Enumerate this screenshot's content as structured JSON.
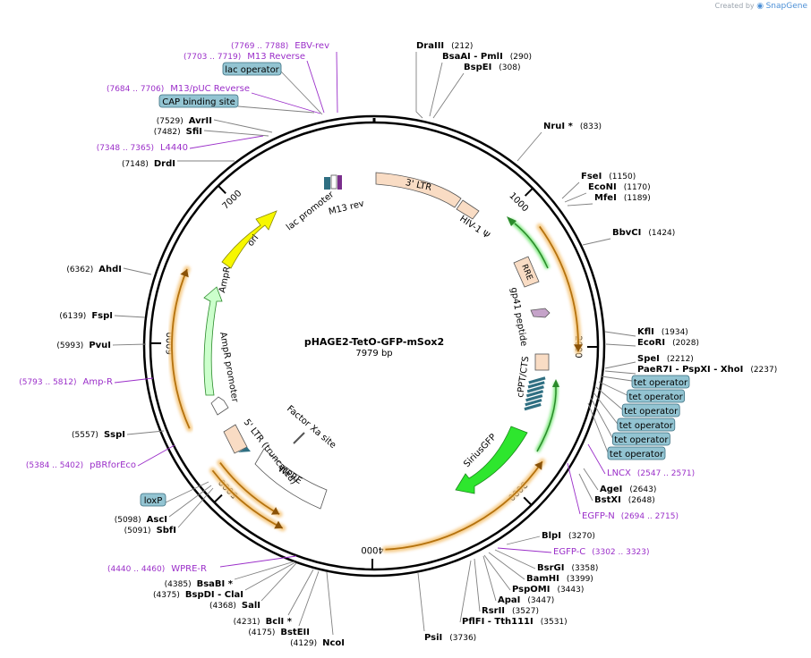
{
  "header": {
    "created_by": "Created by",
    "brand": "SnapGene"
  },
  "plasmid": {
    "name": "pHAGE2-TetO-GFP-mSox2",
    "length_label": "7979 bp",
    "length": 7979
  },
  "ticks": [
    "1000",
    "2000",
    "3000",
    "4000",
    "5000",
    "6000",
    "7000"
  ],
  "enzymes": [
    {
      "name": "DraIII",
      "pos": "(212)"
    },
    {
      "name": "BsaAI   - PmlI",
      "pos": "(290)"
    },
    {
      "name": "BspEI",
      "pos": "(308)"
    },
    {
      "name": "NruI *",
      "pos": "(833)"
    },
    {
      "name": "FseI",
      "pos": "(1150)"
    },
    {
      "name": "EcoNI",
      "pos": "(1170)"
    },
    {
      "name": "MfeI",
      "pos": "(1189)"
    },
    {
      "name": "BbvCI",
      "pos": "(1424)"
    },
    {
      "name": "KflI",
      "pos": "(1934)"
    },
    {
      "name": "EcoRI",
      "pos": "(2028)"
    },
    {
      "name": "SpeI",
      "pos": "(2212)"
    },
    {
      "name": "PaeR7I   - PspXI   - XhoI",
      "pos": "(2237)"
    },
    {
      "name": "AgeI",
      "pos": "(2643)"
    },
    {
      "name": "BstXI",
      "pos": "(2648)"
    },
    {
      "name": "BlpI",
      "pos": "(3270)"
    },
    {
      "name": "BsrGI",
      "pos": "(3358)"
    },
    {
      "name": "BamHI",
      "pos": "(3399)"
    },
    {
      "name": "PspOMI",
      "pos": "(3443)"
    },
    {
      "name": "ApaI",
      "pos": "(3447)"
    },
    {
      "name": "RsrII",
      "pos": "(3527)"
    },
    {
      "name": "PflFI   - Tth111I",
      "pos": "(3531)"
    },
    {
      "name": "PsiI",
      "pos": "(3736)"
    },
    {
      "name": "NcoI",
      "pos": "(4129)"
    },
    {
      "name": "BstEII",
      "pos": "(4175)"
    },
    {
      "name": "BclI *",
      "pos": "(4231)"
    },
    {
      "name": "SalI",
      "pos": "(4368)"
    },
    {
      "name": "BspDI   - ClaI",
      "pos": "(4375)"
    },
    {
      "name": "BsaBI *",
      "pos": "(4385)"
    },
    {
      "name": "SbfI",
      "pos": "(5091)"
    },
    {
      "name": "AscI",
      "pos": "(5098)"
    },
    {
      "name": "SspI",
      "pos": "(5557)"
    },
    {
      "name": "PvuI",
      "pos": "(5993)"
    },
    {
      "name": "FspI",
      "pos": "(6139)"
    },
    {
      "name": "AhdI",
      "pos": "(6362)"
    },
    {
      "name": "DrdI",
      "pos": "(7148)"
    },
    {
      "name": "SfiI",
      "pos": "(7482)"
    },
    {
      "name": "AvrII",
      "pos": "(7529)"
    }
  ],
  "primers": [
    {
      "name": "EBV-rev",
      "range": "(7769 .. 7788)"
    },
    {
      "name": "M13 Reverse",
      "range": "(7703 .. 7719)"
    },
    {
      "name": "M13/pUC Reverse",
      "range": "(7684 .. 7706)"
    },
    {
      "name": "L4440",
      "range": "(7348 .. 7365)"
    },
    {
      "name": "Amp-R",
      "range": "(5793 .. 5812)"
    },
    {
      "name": "pBRforEco",
      "range": "(5384 .. 5402)"
    },
    {
      "name": "WPRE-R",
      "range": "(4440 .. 4460)"
    },
    {
      "name": "EGFP-C",
      "range": "(3302 .. 3323)"
    },
    {
      "name": "EGFP-N",
      "range": "(2694 .. 2715)"
    },
    {
      "name": "LNCX",
      "range": "(2547 .. 2571)"
    }
  ],
  "boxed_features": {
    "lac_operator": "lac operator",
    "cap_binding_site": "CAP binding site",
    "loxp": "loxP",
    "tet_operator": "tet operator"
  },
  "features": {
    "ltr3": "3' LTR",
    "hiv_psi": "HIV-1 Ψ",
    "rre": "RRE",
    "gp41": "gp41 peptide",
    "cppt": "cPPT/CTS",
    "sirius": "SiriusGFP",
    "wpre": "WPRE",
    "factor_xa": "Factor Xa site",
    "ltr5": "5' LTR (truncated)",
    "ampr_promoter": "AmpR promoter",
    "ampr": "AmpR",
    "ori": "ori",
    "lac_promoter": "lac promoter",
    "m13rev": "M13 rev"
  },
  "colors": {
    "enzyme": "#000000",
    "primer": "#9b2fc9",
    "box_fill": "#93c4d2",
    "ltr_fill": "#f9dcc4",
    "gfp": "#2ee62e",
    "ori": "#f7f700",
    "ampr": "#ccffcc",
    "orf": "#e8a020",
    "operator": "#2f6f82"
  }
}
